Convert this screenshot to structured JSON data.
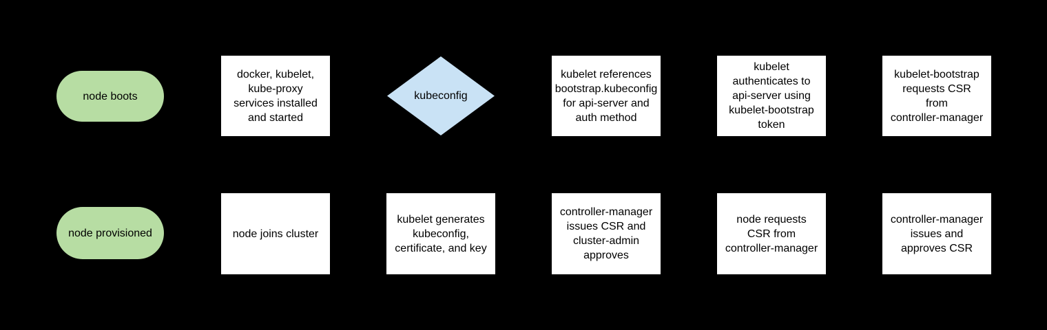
{
  "canvas": {
    "background": "#000000"
  },
  "colors": {
    "terminal_fill": "#b7dda3",
    "decision_fill": "#c9e2f5",
    "process_fill": "#ffffff",
    "text": "#000000"
  },
  "nodes": [
    {
      "id": "node-boots",
      "type": "terminal",
      "label": "node boots"
    },
    {
      "id": "services-installed",
      "type": "process",
      "label": "docker, kubelet,\nkube-proxy\nservices installed\nand started"
    },
    {
      "id": "kubeconfig-decision",
      "type": "decision",
      "label": "kubeconfig"
    },
    {
      "id": "kubelet-references-bootstrap-kubeconfig",
      "type": "process",
      "label": "kubelet references\nbootstrap.kubeconfig\nfor api-server and\nauth method"
    },
    {
      "id": "kubelet-authenticates",
      "type": "process",
      "label": "kubelet\nauthenticates to\napi-server using\nkubelet-bootstrap\ntoken"
    },
    {
      "id": "kubelet-bootstrap-requests-csr",
      "type": "process",
      "label": "kubelet-bootstrap\nrequests CSR\nfrom\ncontroller-manager"
    },
    {
      "id": "node-provisioned",
      "type": "terminal",
      "label": "node provisioned"
    },
    {
      "id": "node-joins-cluster",
      "type": "process",
      "label": "node joins cluster"
    },
    {
      "id": "kubelet-generates",
      "type": "process",
      "label": "kubelet generates\nkubeconfig,\ncertificate, and key"
    },
    {
      "id": "controller-manager-issues-csr-cluster-admin-approves",
      "type": "process",
      "label": "controller-manager\nissues CSR and\ncluster-admin\napproves"
    },
    {
      "id": "node-requests-csr",
      "type": "process",
      "label": "node requests\nCSR from\ncontroller-manager"
    },
    {
      "id": "controller-manager-issues-and-approves-csr",
      "type": "process",
      "label": "controller-manager\nissues and\napproves CSR"
    }
  ]
}
